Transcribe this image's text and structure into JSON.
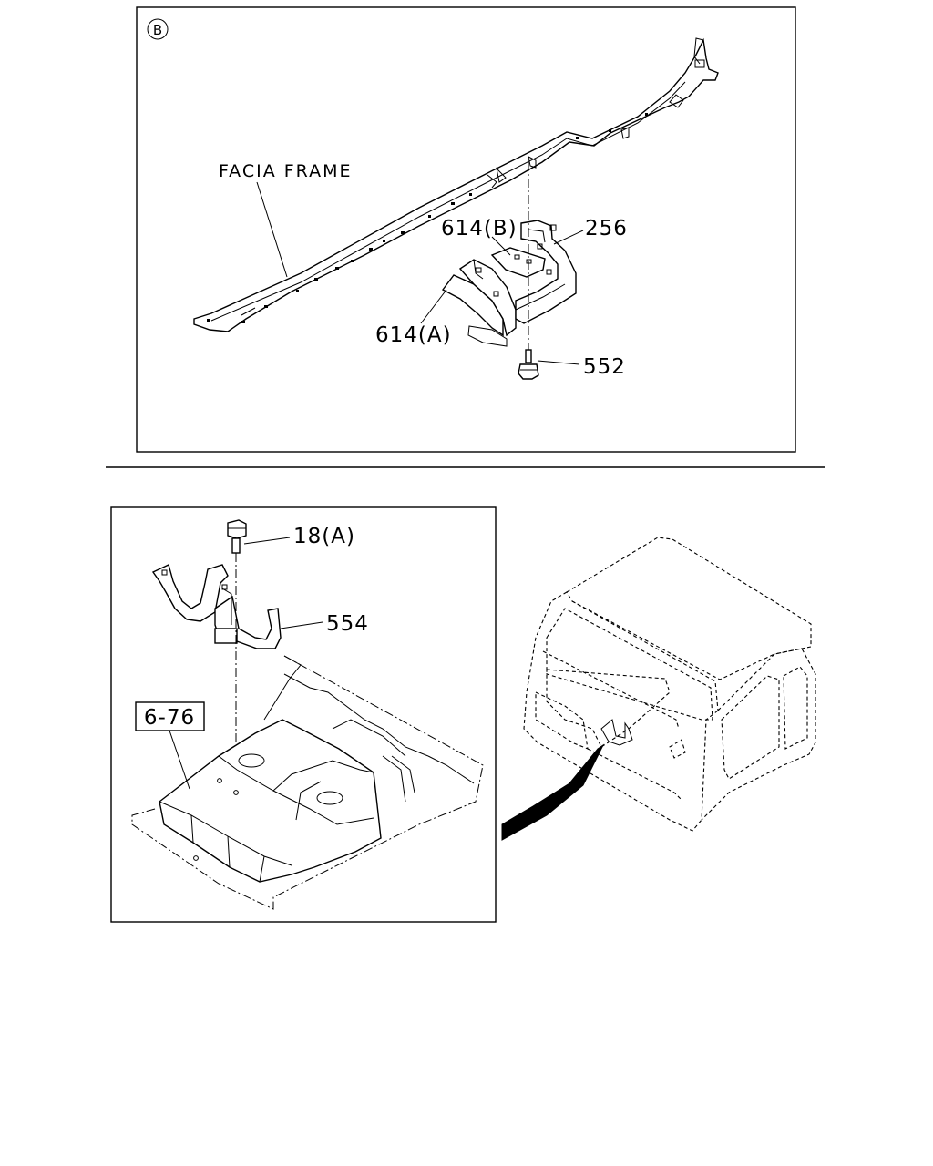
{
  "panel_b": {
    "section_marker": "B",
    "labels": {
      "facia_frame": "FACIA FRAME",
      "part_614b": "614(B)",
      "part_256": "256",
      "part_614a": "614(A)",
      "part_552": "552"
    }
  },
  "panel_floor": {
    "labels": {
      "part_18a": "18(A)",
      "part_554": "554",
      "ref_6_76": "6-76"
    }
  }
}
